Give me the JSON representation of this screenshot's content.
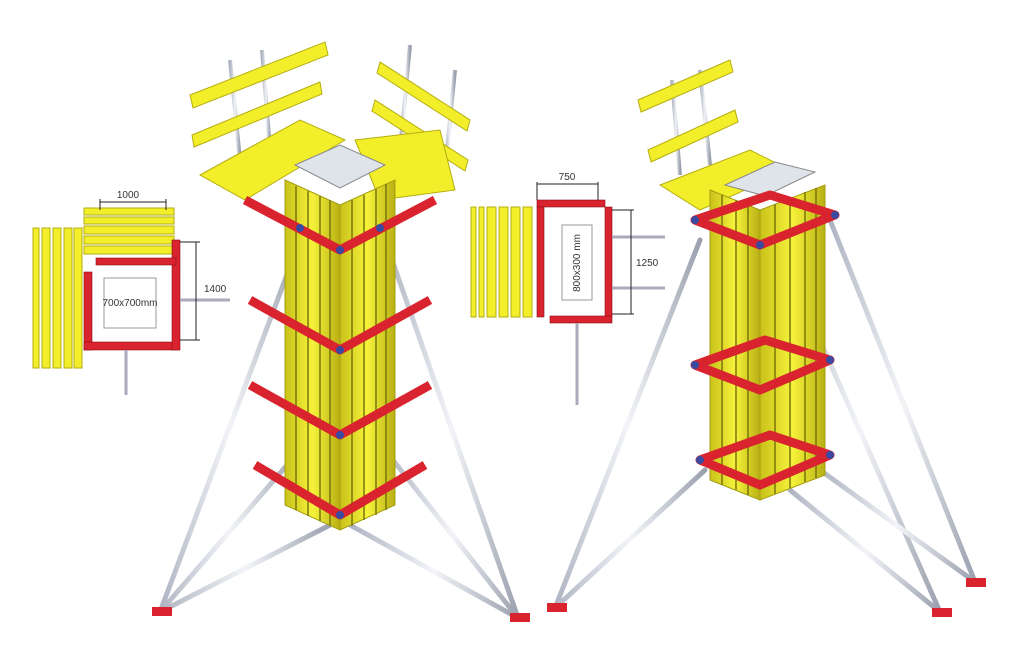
{
  "plan_left": {
    "width_label": "1000",
    "height_label": "1400",
    "section_label": "700x700mm"
  },
  "plan_right": {
    "width_label": "750",
    "height_label": "1250",
    "section_label": "800x300 mm"
  },
  "colors": {
    "yoke": "#d9232e",
    "panel": "#f3ee2a",
    "brace": "#d8dce6",
    "clamp": "#3a4aa0"
  }
}
